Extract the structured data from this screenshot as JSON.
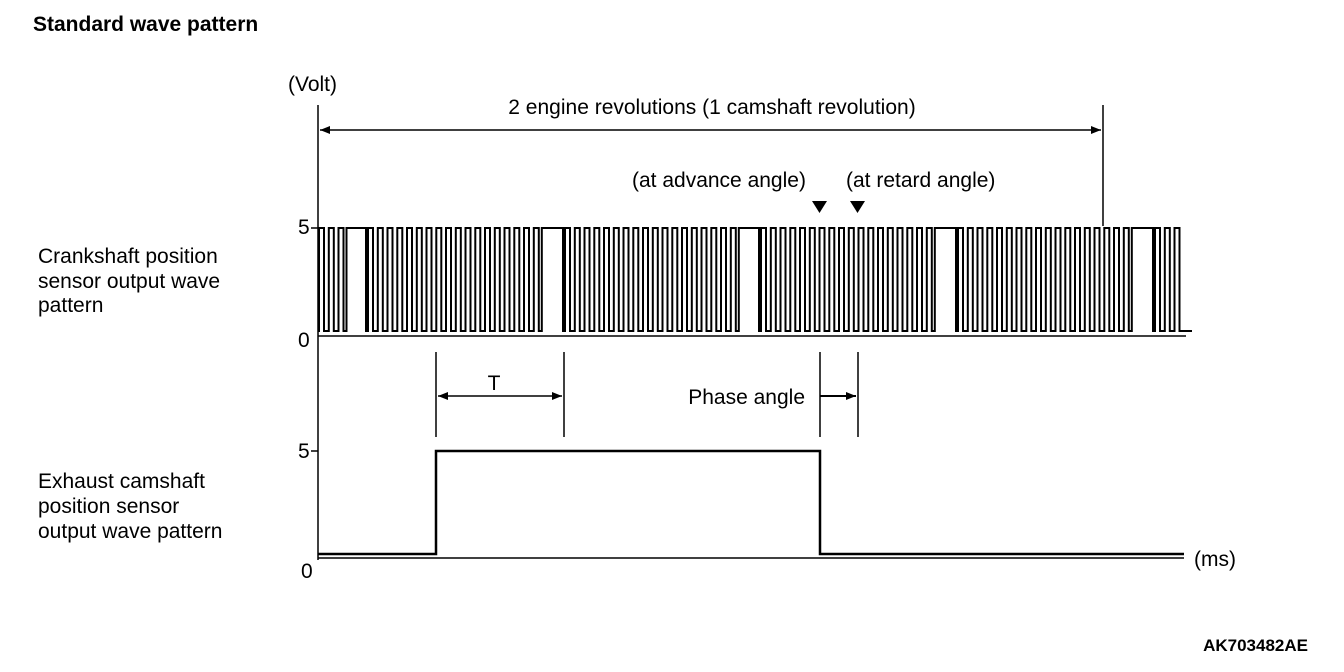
{
  "title": "Standard wave pattern",
  "y_unit": "(Volt)",
  "x_unit": "(ms)",
  "span_label": "2 engine revolutions (1 camshaft revolution)",
  "advance_label": "(at advance angle)",
  "retard_label": "(at retard angle)",
  "crank_label": [
    "Crankshaft position",
    "sensor output wave",
    "pattern"
  ],
  "cam_label": [
    "Exhaust camshaft",
    "position sensor",
    "output wave pattern"
  ],
  "crank_high": "5",
  "crank_low": "0",
  "cam_high": "5",
  "cam_low": "0",
  "period_label": "T",
  "phase_label": "Phase angle",
  "figure_code": "AK703482AE"
}
